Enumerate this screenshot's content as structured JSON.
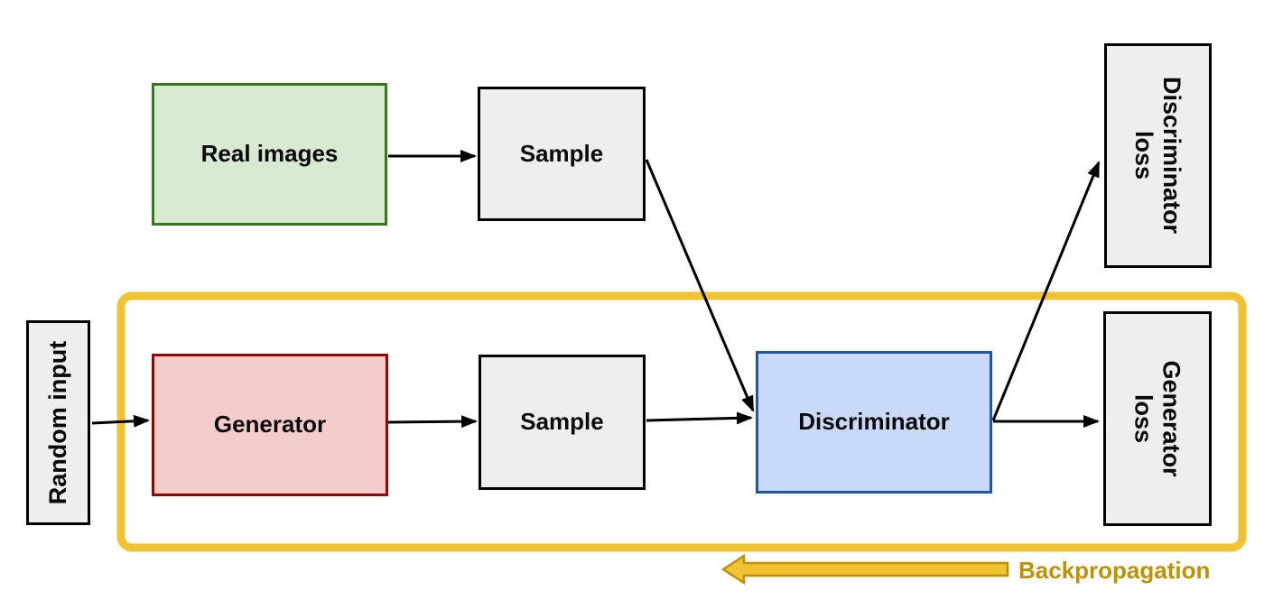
{
  "diagram": {
    "type": "flow-diagram",
    "subject": "GAN (generative adversarial network) training architecture",
    "nodes": {
      "real_images": {
        "label": "Real images",
        "fill": "#d9ead3",
        "border": "#38761d"
      },
      "sample_top": {
        "label": "Sample",
        "fill": "#eeeeee",
        "border": "#000000"
      },
      "random_input": {
        "label": "Random input",
        "fill": "#eeeeee",
        "border": "#000000",
        "text_rotation": "-90deg"
      },
      "generator": {
        "label": "Generator",
        "fill": "#f4cccc",
        "border": "#990000"
      },
      "sample_bottom": {
        "label": "Sample",
        "fill": "#eeeeee",
        "border": "#000000"
      },
      "discriminator": {
        "label": "Discriminator",
        "fill": "#c9daf8",
        "border": "#2456a5"
      },
      "discriminator_loss": {
        "line1": "Discriminator",
        "line2": "loss",
        "fill": "#eeeeee",
        "border": "#000000",
        "text_rotation": "90deg"
      },
      "generator_loss": {
        "line1": "Generator",
        "line2": "loss",
        "fill": "#eeeeee",
        "border": "#000000",
        "text_rotation": "90deg"
      }
    },
    "edges": [
      {
        "from": "real_images",
        "to": "sample_top"
      },
      {
        "from": "sample_top",
        "to": "discriminator"
      },
      {
        "from": "random_input",
        "to": "generator"
      },
      {
        "from": "generator",
        "to": "sample_bottom"
      },
      {
        "from": "sample_bottom",
        "to": "discriminator"
      },
      {
        "from": "discriminator",
        "to": "discriminator_loss"
      },
      {
        "from": "discriminator",
        "to": "generator_loss"
      }
    ],
    "annotations": {
      "backprop_label": "Backpropagation"
    },
    "colors": {
      "backprop_yellow": "#f1c232",
      "backprop_dark_gold": "#bf9000",
      "arrow_black": "#000000",
      "background": "#ffffff"
    }
  }
}
